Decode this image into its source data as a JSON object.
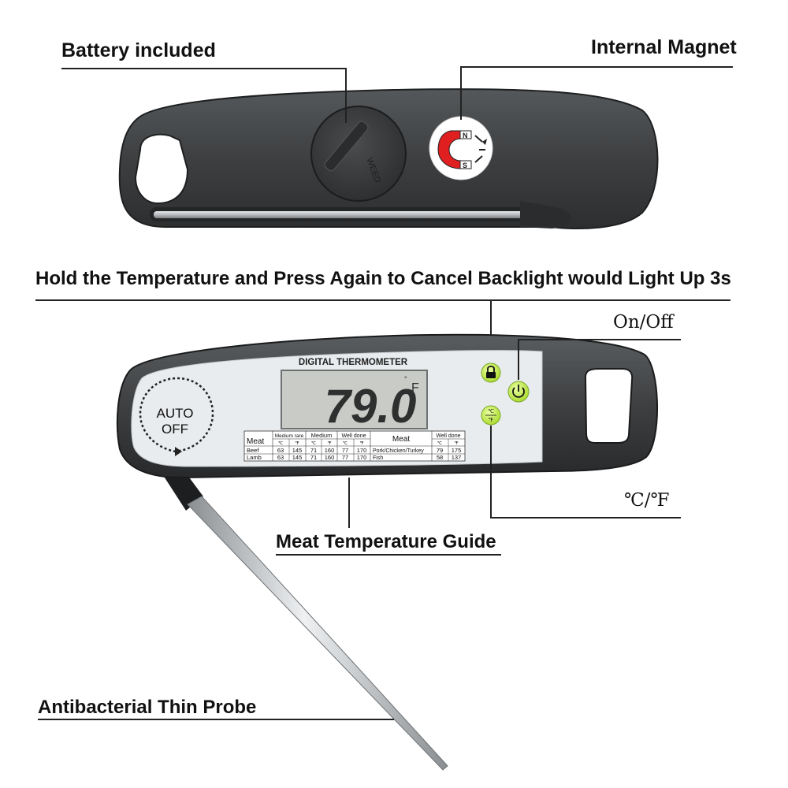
{
  "callouts": {
    "battery": "Battery included",
    "magnet": "Internal Magnet",
    "hold": "Hold the Temperature and Press Again to Cancel Backlight would Light Up 3s",
    "onoff": "On/Off",
    "unit_switch": "℃/℉",
    "guide": "Meat Temperature Guide",
    "probe": "Antibacterial Thin Probe"
  },
  "device": {
    "panel_title": "DIGITAL THERMOMETER",
    "reading": "79.0",
    "reading_unit": "F",
    "auto_off": [
      "AUTO",
      "OFF"
    ],
    "unit_button": [
      "℃",
      "℉"
    ],
    "magnet_poles": [
      "N",
      "S"
    ],
    "battery_cover_text": "WEED"
  },
  "meat_guide": {
    "left": {
      "header": "Meat",
      "groups": [
        "Medium rare",
        "Medium",
        "Well done"
      ],
      "units": [
        "℃",
        "℉",
        "℃",
        "℉",
        "℃",
        "℉"
      ],
      "rows": [
        {
          "meat": "Beef",
          "values": [
            "63",
            "145",
            "71",
            "160",
            "77",
            "170"
          ]
        },
        {
          "meat": "Lamb",
          "values": [
            "63",
            "145",
            "71",
            "160",
            "77",
            "170"
          ]
        }
      ]
    },
    "right": {
      "header": "Meat",
      "group": "Well done",
      "units": [
        "℃",
        "℉"
      ],
      "rows": [
        {
          "meat": "Pork/Chicken/Turkey",
          "values": [
            "79",
            "175"
          ]
        },
        {
          "meat": "Fish",
          "values": [
            "58",
            "137"
          ]
        }
      ]
    }
  },
  "colors": {
    "body": "#3f4143",
    "panel": "#e9ecee",
    "lcd": "#c9cbc7",
    "button_green": "#c8f04a",
    "probe": "#b8bcbf"
  }
}
